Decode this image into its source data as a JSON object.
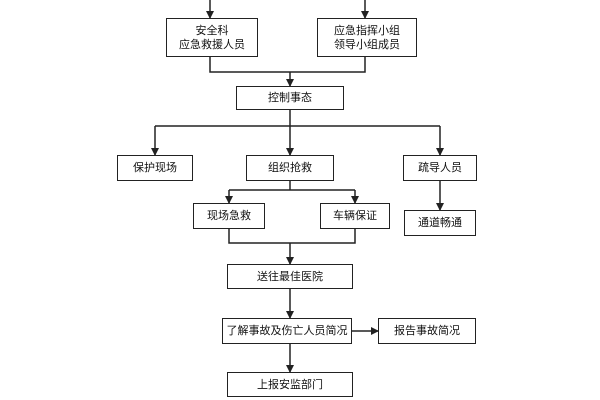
{
  "nodes": {
    "safety_dept": {
      "line1": "安全科",
      "line2": "应急救援人员"
    },
    "command_group": {
      "line1": "应急指挥小组",
      "line2": "领导小组成员"
    },
    "control": {
      "label": "控制事态"
    },
    "protect_scene": {
      "label": "保护现场"
    },
    "organize_rescue": {
      "label": "组织抢救"
    },
    "evacuate": {
      "label": "疏导人员"
    },
    "onsite_aid": {
      "label": "现场急救"
    },
    "vehicle": {
      "label": "车辆保证"
    },
    "clear_road": {
      "label": "通道畅通"
    },
    "hospital": {
      "label": "送往最佳医院"
    },
    "understand": {
      "label": "了解事故及伤亡人员简况"
    },
    "report": {
      "label": "报告事故简况"
    },
    "supervision": {
      "label": "上报安监部门"
    }
  },
  "colors": {
    "line": "#222222",
    "border": "#222222",
    "text": "#111111"
  }
}
